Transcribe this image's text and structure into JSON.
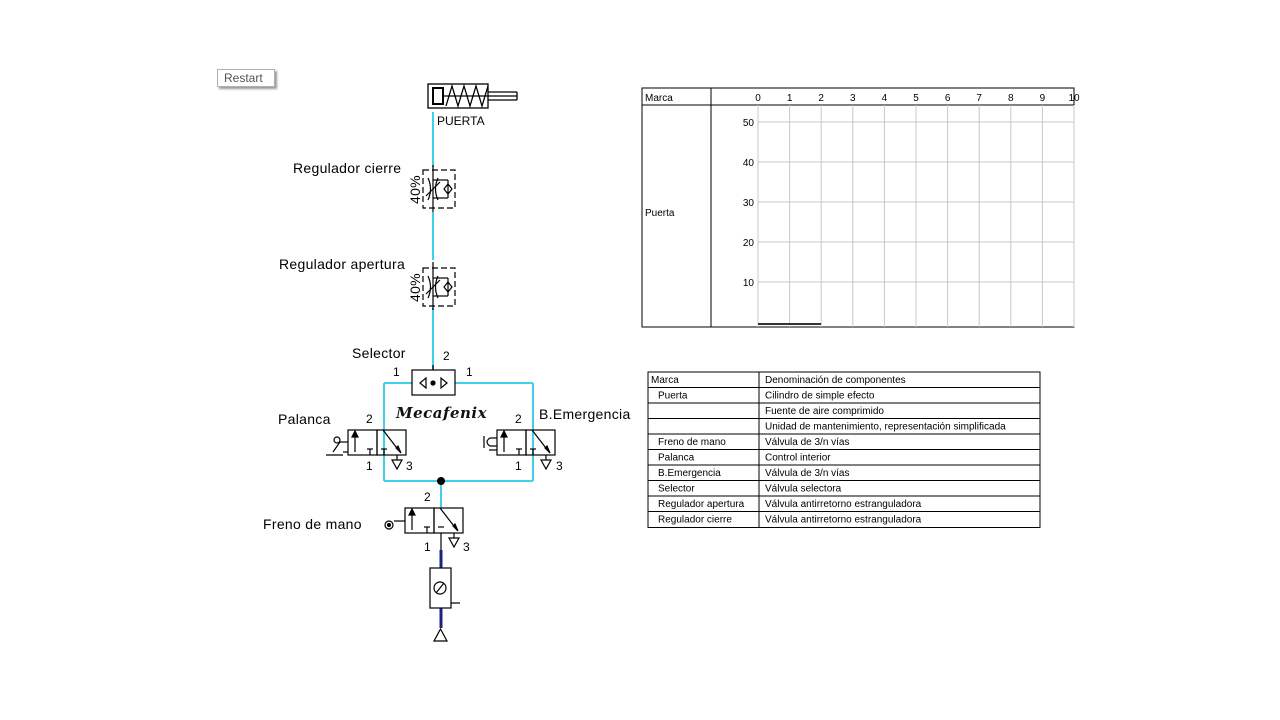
{
  "restart_button": {
    "label": "Restart"
  },
  "diagram": {
    "cylinder_label": "PUERTA",
    "regulator_close_label": "Regulador  cierre",
    "regulator_close_value": "40%",
    "regulator_open_label": "Regulador  apertura",
    "regulator_open_value": "40%",
    "selector_label": "Selector",
    "selector_port_out": "2",
    "selector_port_left": "1",
    "selector_port_right": "1",
    "palanca_label": "Palanca",
    "palanca_port_2": "2",
    "palanca_port_1": "1",
    "palanca_port_3": "3",
    "emergency_label": "B.Emergencia",
    "emergency_port_2": "2",
    "emergency_port_1": "1",
    "emergency_port_3": "3",
    "freno_label": "Freno de mano",
    "freno_port_2": "2",
    "freno_port_1": "1",
    "freno_port_3": "3",
    "logo_text": "Mecafenix",
    "colors": {
      "air_line": "#3fd0ea",
      "supply_line": "#1a237e"
    }
  },
  "graph": {
    "header_label": "Marca",
    "x_ticks": [
      "0",
      "1",
      "2",
      "3",
      "4",
      "5",
      "6",
      "7",
      "8",
      "9",
      "10"
    ],
    "row_label": "Puerta",
    "y_ticks": [
      "50",
      "40",
      "30",
      "20",
      "10"
    ]
  },
  "components_table": {
    "headers": [
      "Marca",
      "Denominación de componentes"
    ],
    "rows": [
      [
        "Puerta",
        "Cilindro de simple efecto"
      ],
      [
        "",
        "Fuente de aire comprimido"
      ],
      [
        "",
        "Unidad de mantenimiento, representación simplificada"
      ],
      [
        "Freno de mano",
        "Válvula de 3/n vías"
      ],
      [
        "Palanca",
        "Control interior"
      ],
      [
        "B.Emergencia",
        "Válvula de 3/n vías"
      ],
      [
        "Selector",
        "Válvula selectora"
      ],
      [
        "Regulador apertura",
        "Válvula antirretorno estranguladora"
      ],
      [
        "Regulador cierre",
        "Válvula antirretorno estranguladora"
      ]
    ]
  }
}
